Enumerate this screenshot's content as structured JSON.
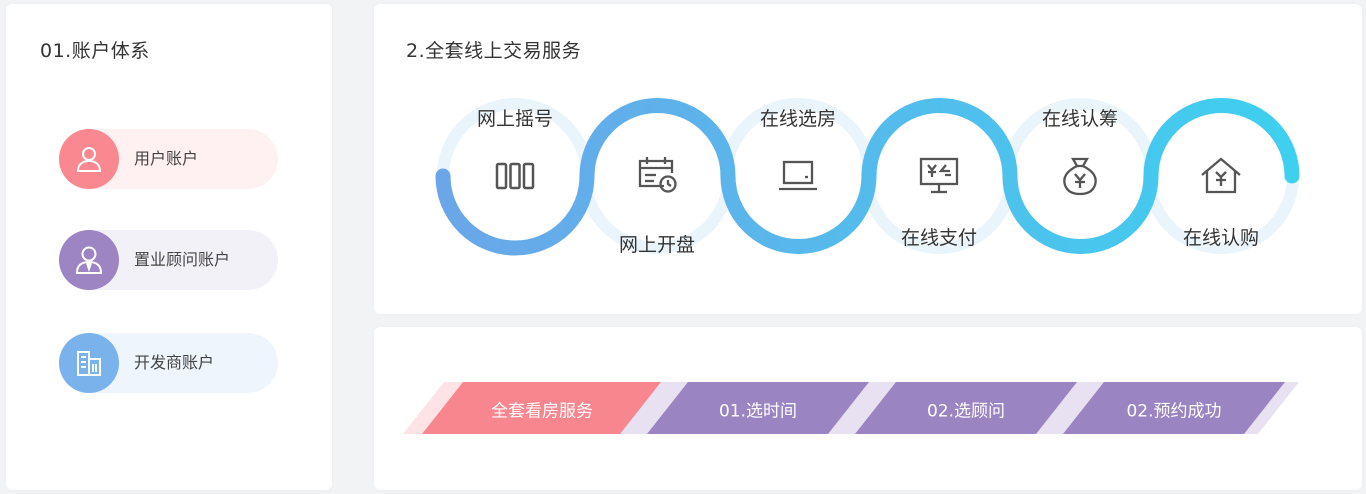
{
  "accounts": {
    "title": "01.账户体系",
    "items": [
      {
        "label": "用户账户",
        "icon": "user-icon",
        "color": "#f98891"
      },
      {
        "label": "置业顾问账户",
        "icon": "consultant-icon",
        "color": "#9d84c2"
      },
      {
        "label": "开发商账户",
        "icon": "building-icon",
        "color": "#7ab2ec"
      }
    ]
  },
  "online": {
    "title": "2.全套线上交易服务",
    "steps": [
      {
        "label": "网上摇号",
        "icon": "lottery-icon"
      },
      {
        "label": "网上开盘",
        "icon": "calendar-clock-icon"
      },
      {
        "label": "在线选房",
        "icon": "laptop-icon"
      },
      {
        "label": "在线支付",
        "icon": "payment-monitor-icon"
      },
      {
        "label": "在线认筹",
        "icon": "money-bag-icon"
      },
      {
        "label": "在线认购",
        "icon": "house-yuan-icon"
      }
    ],
    "gradient": [
      "#6aa6e9",
      "#3ed0ef"
    ]
  },
  "viewing": {
    "tags": [
      {
        "label": "全套看房服务",
        "color": "#f8868f"
      },
      {
        "label": "01.选时间",
        "color": "#9a84c1"
      },
      {
        "label": "02.选顾问",
        "color": "#9a84c1"
      },
      {
        "label": "02.预约成功",
        "color": "#9a84c1"
      }
    ]
  }
}
